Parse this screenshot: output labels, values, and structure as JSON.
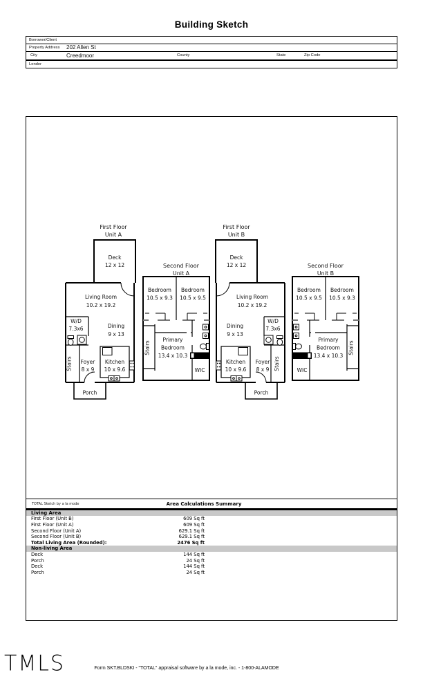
{
  "header": {
    "title": "Building Sketch"
  },
  "form": {
    "borrower_label": "Borrower/Client",
    "property_address_label": "Property Address",
    "property_address_value": "202 Allen St",
    "city_label": "City",
    "city_value": "Creedmoor",
    "county_label": "County",
    "state_label": "State",
    "zip_label": "Zip Code",
    "lender_label": "Lender"
  },
  "floorplan": {
    "units": [
      {
        "t1": "First Floor",
        "t2": "Unit A",
        "deck1": "Deck",
        "deck2": "12 x 12",
        "living1": "Living Room",
        "living2": "10.2 x 19.2",
        "wd1": "W/D",
        "wd2": "7.3x6",
        "dining1": "Dining",
        "dining2": "9 x 13",
        "stairs": "Stairs",
        "foyer1": "Foyer",
        "foyer2": "8 x 9",
        "kitchen1": "Kitchen",
        "kitchen2": "10 x 9.6",
        "porch": "Porch"
      },
      {
        "t1": "Second Floor",
        "t2": "Unit A",
        "bedL1": "Bedroom",
        "bedL2": "10.5 x 9.3",
        "bedR1": "Bedroom",
        "bedR2": "10.5 x 9.5",
        "primary1": "Primary",
        "primary2": "Bedroom",
        "primary3": "13.4 x 10.3",
        "stairs": "Stairs",
        "wic": "WIC"
      },
      {
        "t1": "First Floor",
        "t2": "Unit B",
        "deck1": "Deck",
        "deck2": "12 x 12",
        "living1": "Living Room",
        "living2": "10.2 x 19.2",
        "wd1": "W/D",
        "wd2": "7.3x6",
        "dining1": "Dining",
        "dining2": "9 x 13",
        "stairs": "Stairs",
        "foyer1": "Foyer",
        "foyer2": "8 x 9",
        "kitchen1": "Kitchen",
        "kitchen2": "10 x 9.6",
        "porch": "Porch"
      },
      {
        "t1": "Second Floor",
        "t2": "Unit B",
        "bedL1": "Bedroom",
        "bedL2": "10.5 x 9.5",
        "bedR1": "Bedroom",
        "bedR2": "10.5 x 9.3",
        "primary1": "Primary",
        "primary2": "Bedroom",
        "primary3": "13.4 x 10.3",
        "stairs": "Stairs",
        "wic": "WIC"
      }
    ]
  },
  "calc": {
    "brand": "TOTAL Sketch by a la mode",
    "title": "Area Calculations Summary",
    "living_header": "Living Area",
    "living_rows": [
      {
        "label": "First Floor (Unit B)",
        "value": "609 Sq ft"
      },
      {
        "label": "First Floor (Unit A)",
        "value": "609 Sq ft"
      },
      {
        "label": "Second Floor (Unit A)",
        "value": "629.1 Sq ft"
      },
      {
        "label": "Second Floor (Unit B)",
        "value": "629.1 Sq ft"
      }
    ],
    "total_label": "Total Living Area (Rounded):",
    "total_value": "2476 Sq ft",
    "nonliving_header": "Non-living Area",
    "nonliving_rows": [
      {
        "label": "Deck",
        "value": "144 Sq ft"
      },
      {
        "label": "Porch",
        "value": "24 Sq ft"
      },
      {
        "label": "Deck",
        "value": "144 Sq ft"
      },
      {
        "label": "Porch",
        "value": "24 Sq ft"
      }
    ]
  },
  "footer": {
    "logo": "TMLS",
    "text": "Form SKT.BLDSKI - \"TOTAL\" appraisal software by a la mode, inc. - 1-800-ALAMODE"
  }
}
